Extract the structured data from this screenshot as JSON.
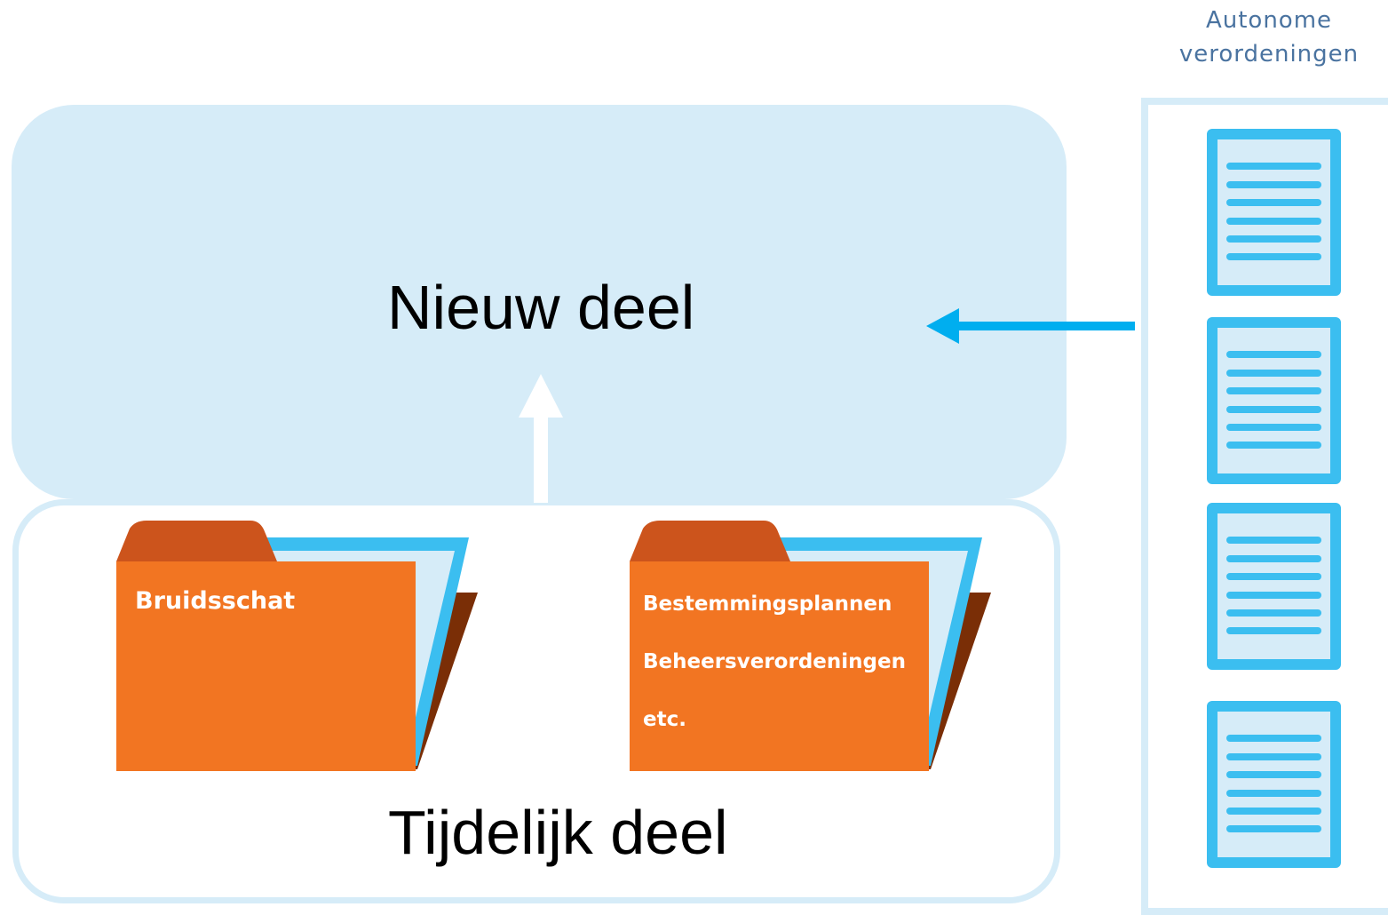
{
  "autonome": {
    "title_line1": "Autonome",
    "title_line2": "verordeningen",
    "document_count": 4
  },
  "nieuw_deel": {
    "label": "Nieuw deel"
  },
  "tijdelijk_deel": {
    "label": "Tijdelijk deel",
    "folders": [
      {
        "lines": [
          "Bruidsschat"
        ]
      },
      {
        "lines": [
          "Bestemmingsplannen",
          "Beheersverordeningen",
          "etc."
        ]
      }
    ]
  },
  "colors": {
    "light_blue": "#d6ecf8",
    "accent_blue": "#3bbef0",
    "arrow_blue": "#00aeef",
    "folder_orange": "#f27522",
    "folder_tab": "#cc541c",
    "folder_back": "#7a2e06",
    "title_blue": "#4a73a0"
  }
}
